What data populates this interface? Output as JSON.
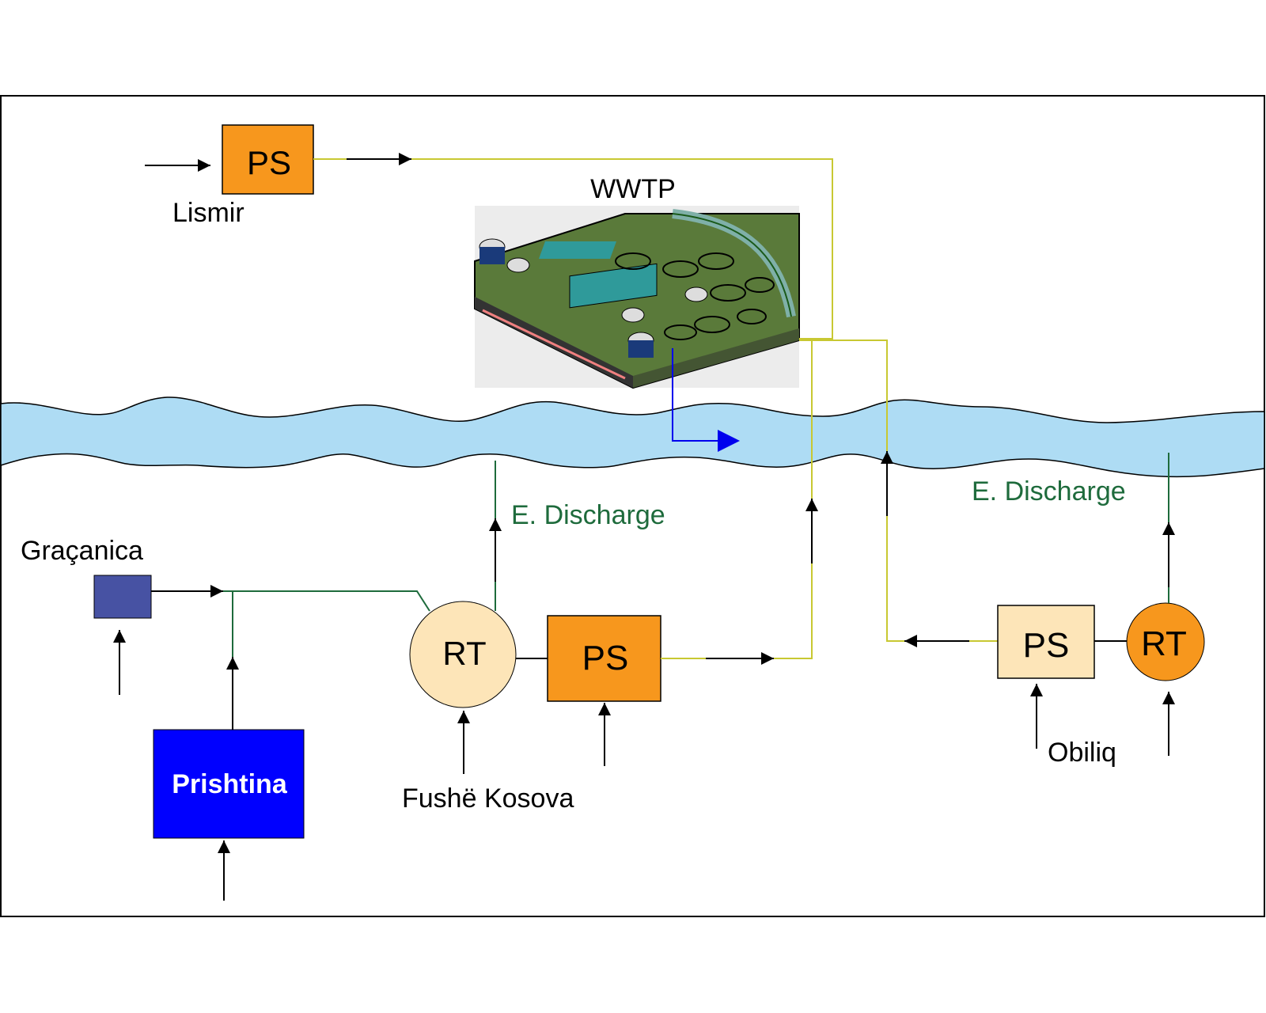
{
  "diagram": {
    "title_label_wwtp": "WWTP",
    "colors": {
      "frame": "#000000",
      "river_fill": "#aedcf4",
      "river_edge": "#000000",
      "ps_orange": "#f7971d",
      "ps_light": "#fde5b8",
      "rt_light": "#fde5b8",
      "rt_orange": "#f7971d",
      "gracanica_box": "#4752a3",
      "prishtina_box": "#0000ff",
      "pipe_yellow": "#c8c832",
      "pipe_green": "#1e6b3c",
      "effluent_blue": "#0000ee",
      "discharge_text": "#1e6b3c",
      "wwtp_bg": "#ececec"
    },
    "nodes": {
      "lismir_ps": {
        "label": "PS",
        "place": "Lismir"
      },
      "gracanica": {
        "place": "Graçanica"
      },
      "prishtina": {
        "label": "Prishtina"
      },
      "fk_rt": {
        "label": "RT"
      },
      "fk_ps": {
        "label": "PS",
        "place": "Fushë Kosova"
      },
      "obiliq_ps": {
        "label": "PS",
        "place": "Obiliq"
      },
      "obiliq_rt": {
        "label": "RT"
      }
    },
    "discharge_labels": [
      "E. Discharge",
      "E. Discharge"
    ]
  }
}
